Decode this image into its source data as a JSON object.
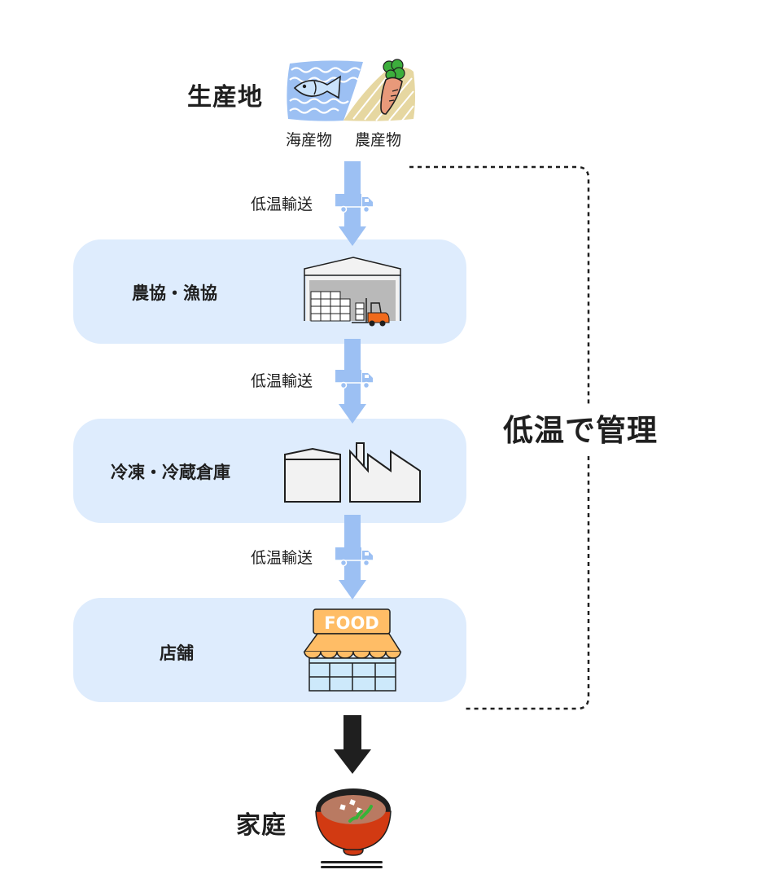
{
  "origin": {
    "title": "生産地",
    "sea_label": "海産物",
    "farm_label": "農産物"
  },
  "transport_label": [
    "低温輸送",
    "低温輸送",
    "低温輸送"
  ],
  "stages": [
    {
      "label": "農協・漁協",
      "icon": "warehouse-forklift-icon"
    },
    {
      "label": "冷凍・冷蔵倉庫",
      "icon": "cold-storage-factory-icon"
    },
    {
      "label": "店舗",
      "icon": "food-store-icon",
      "sign": "FOOD"
    }
  ],
  "managed_label": "低温で管理",
  "destination": {
    "label": "家庭",
    "icon": "miso-soup-bowl-icon"
  },
  "colors": {
    "arrow_blue": "#9cc0f3",
    "stage_bg": "#deecfd",
    "dark_arrow": "#1f1f1f",
    "forklift_orange": "#f06a1c",
    "store_awning": "#ffbd66",
    "bowl_red": "#d23a12"
  }
}
